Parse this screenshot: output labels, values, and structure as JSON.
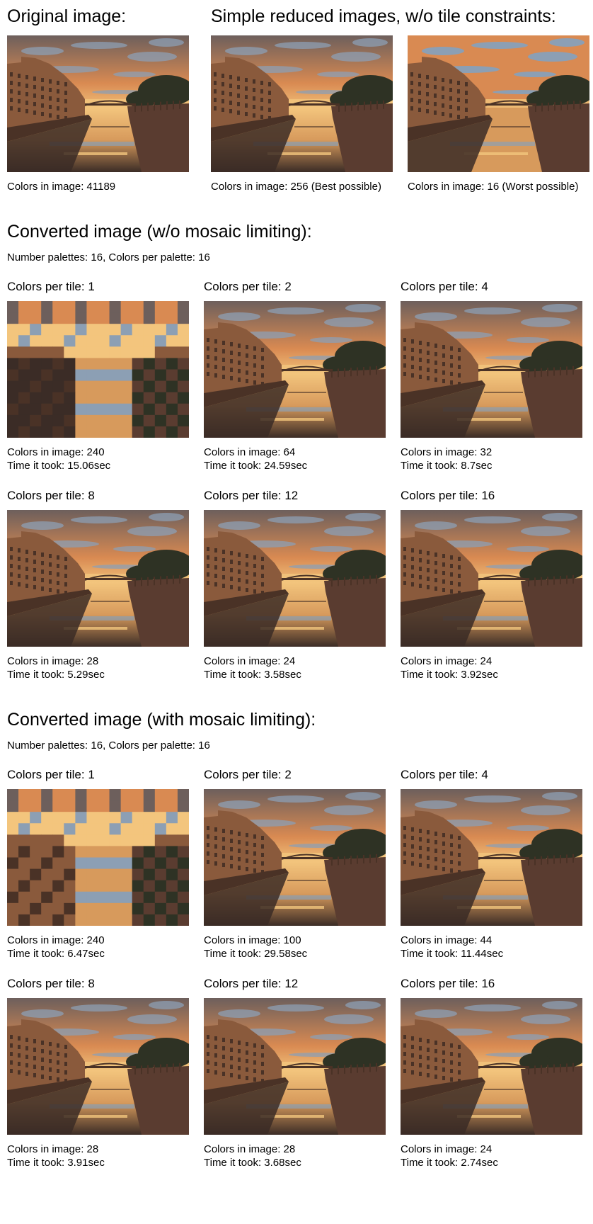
{
  "header": {
    "original_title": "Original image:",
    "reduced_title": "Simple reduced images, w/o tile constraints:"
  },
  "top_images": [
    {
      "caption": "Colors in image: 41189",
      "style": "photo"
    },
    {
      "caption": "Colors in image: 256 (Best possible)",
      "style": "photo"
    },
    {
      "caption": "Colors in image: 16 (Worst possible)",
      "style": "posterized"
    }
  ],
  "sections": [
    {
      "title": "Converted image (w/o mosaic limiting):",
      "params": "Number palettes: 16,  Colors per palette: 16",
      "tiles": [
        {
          "label": "Colors per tile: 1",
          "colors": "Colors in image: 240",
          "time": "Time it took: 15.06sec",
          "style": "blocky"
        },
        {
          "label": "Colors per tile: 2",
          "colors": "Colors in image: 64",
          "time": "Time it took: 24.59sec",
          "style": "photo"
        },
        {
          "label": "Colors per tile: 4",
          "colors": "Colors in image: 32",
          "time": "Time it took: 8.7sec",
          "style": "photo"
        },
        {
          "label": "Colors per tile: 8",
          "colors": "Colors in image: 28",
          "time": "Time it took: 5.29sec",
          "style": "photo"
        },
        {
          "label": "Colors per tile: 12",
          "colors": "Colors in image: 24",
          "time": "Time it took: 3.58sec",
          "style": "photo"
        },
        {
          "label": "Colors per tile: 16",
          "colors": "Colors in image: 24",
          "time": "Time it took: 3.92sec",
          "style": "photo"
        }
      ]
    },
    {
      "title": "Converted image (with mosaic limiting):",
      "params": "Number palettes: 16,  Colors per palette: 16",
      "tiles": [
        {
          "label": "Colors per tile: 1",
          "colors": "Colors in image: 240",
          "time": "Time it took: 6.47sec",
          "style": "blocky-warm"
        },
        {
          "label": "Colors per tile: 2",
          "colors": "Colors in image: 100",
          "time": "Time it took: 29.58sec",
          "style": "photo"
        },
        {
          "label": "Colors per tile: 4",
          "colors": "Colors in image: 44",
          "time": "Time it took: 11.44sec",
          "style": "photo"
        },
        {
          "label": "Colors per tile: 8",
          "colors": "Colors in image: 28",
          "time": "Time it took: 3.91sec",
          "style": "photo"
        },
        {
          "label": "Colors per tile: 12",
          "colors": "Colors in image: 28",
          "time": "Time it took: 3.68sec",
          "style": "photo"
        },
        {
          "label": "Colors per tile: 16",
          "colors": "Colors in image: 24",
          "time": "Time it took: 2.74sec",
          "style": "photo"
        }
      ]
    }
  ],
  "palette": {
    "sky_top": "#6d5f5c",
    "sky_mid": "#d98a52",
    "sky_glow": "#f3c57d",
    "cloud_blue": "#8c9fb4",
    "buildings": "#8a5a3c",
    "buildings_dark": "#4a3226",
    "trees": "#2e3224",
    "wall": "#5a3c30",
    "water": "#d79a5c",
    "water_dark": "#3b2c26"
  }
}
